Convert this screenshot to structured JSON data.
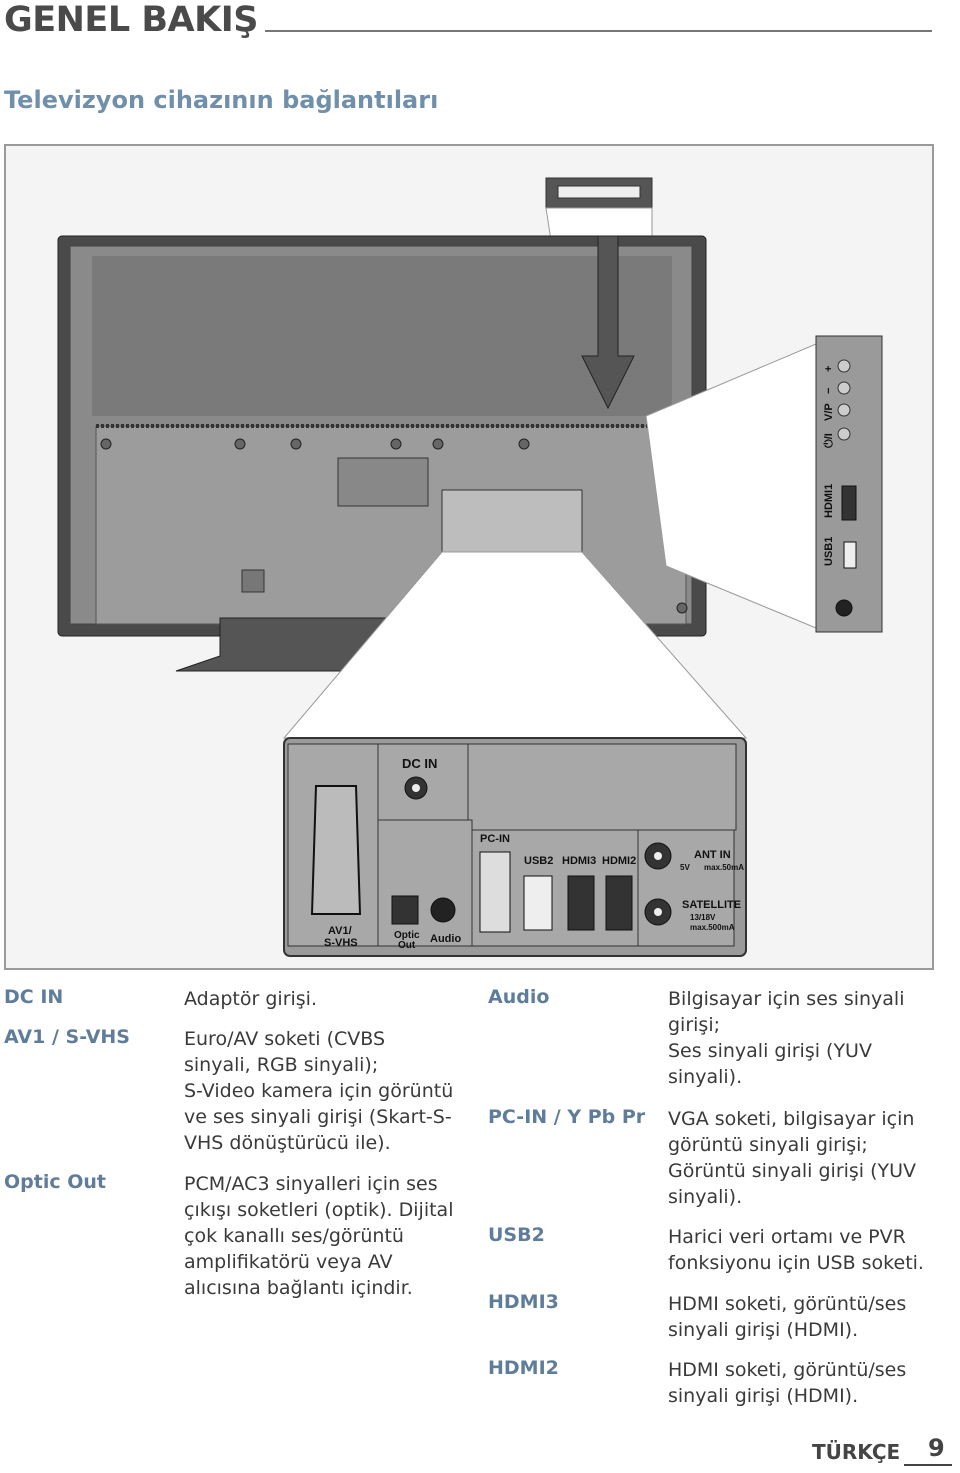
{
  "header": {
    "title": "GENEL BAKIŞ",
    "subtitle": "Televizyon cihazının bağlantıları"
  },
  "diagram": {
    "side_panel": {
      "plus": "+",
      "minus": "−",
      "vp": "V/P",
      "power": "⏻/I",
      "hdmi1": "HDMI1",
      "usb1": "USB1"
    },
    "bottom_panel": {
      "dc_in": "DC IN",
      "pc_in": "PC-IN",
      "usb2": "USB2",
      "hdmi3": "HDMI3",
      "hdmi2": "HDMI2",
      "ant_in": "ANT IN",
      "ant_spec_v": "5V",
      "ant_spec_ma": "max.50mA",
      "satellite": "SATELLITE",
      "sat_spec_v": "13/18V",
      "sat_spec_ma": "max.500mA",
      "av1_line1": "AV1/",
      "av1_line2": "S-VHS",
      "optic_line1": "Optic",
      "optic_line2": "Out",
      "audio": "Audio"
    }
  },
  "legend_left": [
    {
      "term": "DC IN",
      "desc": "Adaptör girişi."
    },
    {
      "term": "AV1 / S-VHS",
      "desc": [
        "Euro/AV soketi (CVBS",
        "sinyali, RGB sinyali);",
        "S-Video kamera için görüntü",
        "ve ses sinyali girişi (Skart-S-",
        "VHS dönüştürücü ile)."
      ]
    },
    {
      "term": "Optic Out",
      "desc": [
        "PCM/AC3 sinyalleri için ses",
        "çıkışı soketleri (optik). Dijital",
        "çok kanallı ses/görüntü",
        "amplifikatörü veya AV",
        "alıcısına bağlantı içindir."
      ]
    }
  ],
  "legend_right": [
    {
      "term": "Audio",
      "desc": [
        "Bilgisayar için ses sinyali",
        "girişi;",
        "Ses sinyali girişi (YUV",
        "sinyali)."
      ]
    },
    {
      "term": "PC-IN / Y Pb Pr",
      "desc": [
        "VGA soketi, bilgisayar için",
        "görüntü sinyali girişi;",
        "Görüntü sinyali girişi (YUV",
        "sinyali)."
      ]
    },
    {
      "term": "USB2",
      "desc": [
        "Harici veri ortamı ve PVR",
        "fonksiyonu için USB soketi."
      ]
    },
    {
      "term": "HDMI3",
      "desc": [
        "HDMI soketi, görüntü/ses",
        "sinyali girişi (HDMI)."
      ]
    },
    {
      "term": "HDMI2",
      "desc": [
        "HDMI soketi, görüntü/ses",
        "sinyali girişi (HDMI)."
      ]
    }
  ],
  "footer": {
    "language": "TÜRKÇE",
    "page_number": "9"
  }
}
